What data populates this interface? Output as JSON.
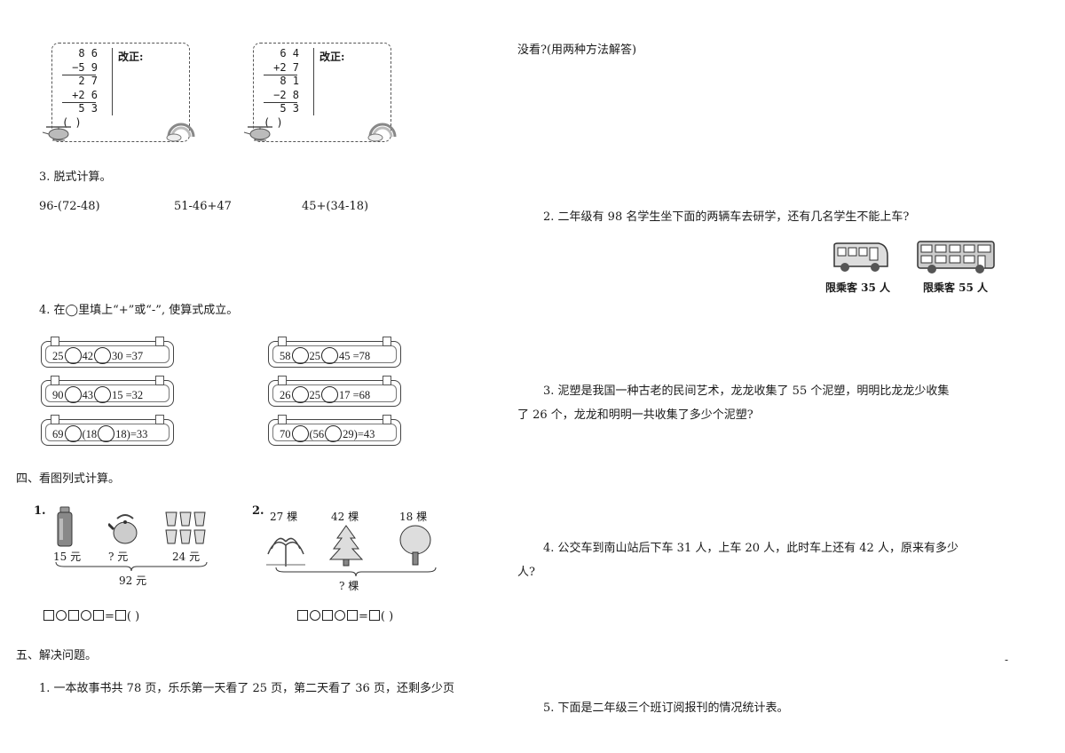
{
  "left": {
    "correction_label": "改正:",
    "box1": {
      "rows": [
        "8 6",
        "−5 9",
        "2 7",
        "+2 6",
        "5 3",
        "(     )"
      ]
    },
    "box2": {
      "rows": [
        "6 4",
        "+2 7",
        "8 1",
        "−2 8",
        "5 3",
        "(     )"
      ]
    },
    "q3_title": "3. 脱式计算。",
    "q3_items": [
      "96-(72-48)",
      "51-46+47",
      "45+(34-18)"
    ],
    "q4_title": "4. 在◯里填上“+”或“-”, 使算式成立。",
    "q4_left": [
      {
        "a": "25",
        "b": "42",
        "c": "30 =37",
        "paren": false
      },
      {
        "a": "90",
        "b": "43",
        "c": "15 =32",
        "paren": false
      },
      {
        "a": "69",
        "b": "(18",
        "c": "18)=33",
        "paren": true
      }
    ],
    "q4_right": [
      {
        "a": "58",
        "b": "25",
        "c": "45 =78",
        "paren": false
      },
      {
        "a": "26",
        "b": "25",
        "c": "17 =68",
        "paren": false
      },
      {
        "a": "70",
        "b": "(56",
        "c": "29)=43",
        "paren": true
      }
    ],
    "sec4_title": "四、看图列式计算。",
    "pic1": {
      "num": "1.",
      "p1": "15 元",
      "p2": "? 元",
      "p3": "24 元",
      "total": "92 元"
    },
    "pic2": {
      "num": "2.",
      "c1": "27 棵",
      "c2": "42 棵",
      "c3": "18 棵",
      "total": "? 棵"
    },
    "formula_tail": "(      )",
    "sec5_title": "五、解决问题。",
    "q5_1": "1. 一本故事书共 78 页，乐乐第一天看了 25 页，第二天看了 36 页，还剩多少页"
  },
  "right": {
    "cont": "没看?(用两种方法解答)",
    "q2": "2. 二年级有 98 名学生坐下面的两辆车去研学，还有几名学生不能上车?",
    "bus1": "限乘客 35 人",
    "bus2": "限乘客 55 人",
    "q3_line1": "3. 泥塑是我国一种古老的民间艺术，龙龙收集了 55 个泥塑，明明比龙龙少收集",
    "q3_line2": "了 26 个，龙龙和明明一共收集了多少个泥塑?",
    "q4_line1": "4. 公交车到南山站后下车 31 人，上车 20 人，此时车上还有 42 人，原来有多少",
    "q4_line2": "人?",
    "q5": "5. 下面是二年级三个班订阅报刊的情况统计表。",
    "dot": "-"
  }
}
